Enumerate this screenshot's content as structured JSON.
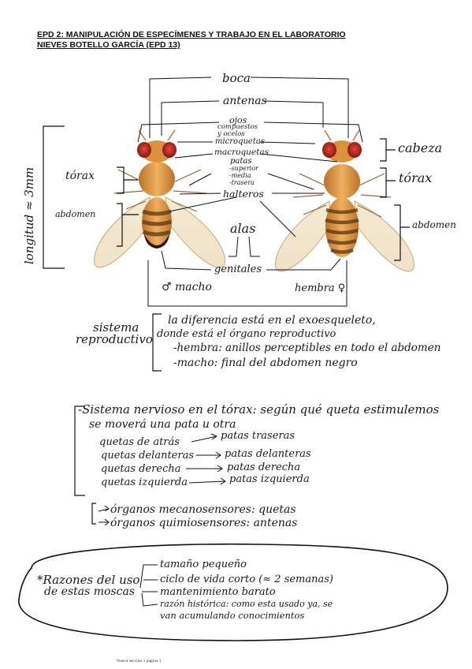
{
  "header": {
    "line1": "EPD 2: MANIPULACIÓN DE ESPECÍMENES Y TRABAJO EN EL LABORATORIO",
    "line2": "NIEVES BOTELLO GARCÍA (EPD 13)"
  },
  "diagram": {
    "boca": "boca",
    "antenas": "antenas",
    "ojos": "ojos",
    "ojos_sub1": "compuestos",
    "ojos_sub2": "y ocelos",
    "microquetas": "microquetas",
    "macroquetas": "macroquetas",
    "patas": "patas",
    "patas_superior": "-superior",
    "patas_media": "-media",
    "patas_trasera": "-trasera",
    "halteros": "halteros",
    "alas": "alas",
    "genitales": "genitales",
    "torax_left": "tórax",
    "abdomen_left": "abdomen",
    "longitud": "longitud ≈ 3mm",
    "cabeza": "cabeza",
    "torax_right": "tórax",
    "abdomen_right": "abdomen",
    "macho": "♂ macho",
    "hembra": "hembra ♀"
  },
  "sistema_reproductivo": {
    "title1": "sistema",
    "title2": "reproductivo",
    "line1": "la diferencia está en el exoesqueleto,",
    "line2": "donde está el órgano reproductivo",
    "line3": "-hembra: anillos perceptibles en todo el abdomen",
    "line4": "-macho: final del abdomen negro"
  },
  "sistema_nervioso": {
    "line1": "-Sistema nervioso en el tórax: según qué queta estimulemos",
    "line2": "se moverá una pata u otra",
    "item1_left": "quetas de atrás",
    "item1_right": "patas traseras",
    "item2_left": "quetas delanteras",
    "item2_right": "patas delanteras",
    "item3_left": "quetas derecha",
    "item3_right": "patas derecha",
    "item4_left": "quetas izquierda",
    "item4_right": "patas izquierda",
    "organ1": "órganos mecanosensores: quetas",
    "organ2": "órganos quimiosensores: antenas"
  },
  "razones": {
    "title1": "*Razones del uso",
    "title2": "de estas moscas",
    "item1": "tamaño pequeño",
    "item2": "ciclo de vida corto (≈ 2 semanas)",
    "item3": "mantenimiento barato",
    "item4": "razón histórica: como esta usado ya, se",
    "item5": "van acumulando conocimientos"
  },
  "footer": "Nueva sección 1 página 1"
}
